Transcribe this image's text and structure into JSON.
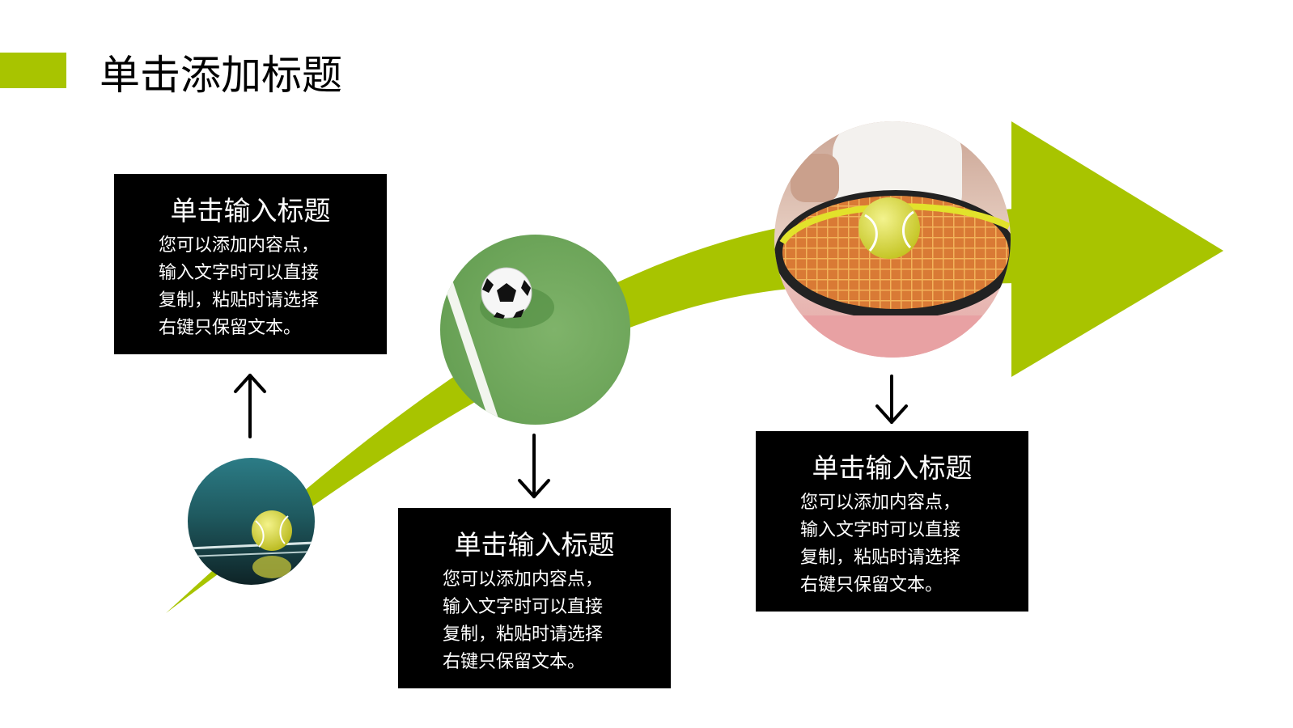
{
  "title": "单击添加标题",
  "colors": {
    "accent": "#a8c400",
    "box_bg": "#000000",
    "box_text": "#ffffff"
  },
  "boxes": [
    {
      "title": "单击输入标题",
      "body": "您可以添加内容点，\n输入文字时可以直接\n复制，粘贴时请选择\n右键只保留文本。"
    },
    {
      "title": "单击输入标题",
      "body": "您可以添加内容点，\n输入文字时可以直接\n复制，粘贴时请选择\n右键只保留文本。"
    },
    {
      "title": "单击输入标题",
      "body": "您可以添加内容点，\n输入文字时可以直接\n复制，粘贴时请选择\n右键只保留文本。"
    }
  ],
  "photos": [
    {
      "subject": "tennis-ball-on-court"
    },
    {
      "subject": "soccer-ball-on-grass"
    },
    {
      "subject": "tennis-racket-with-ball"
    }
  ],
  "connectors": [
    {
      "direction": "up",
      "icon": "arrow-up-icon"
    },
    {
      "direction": "down",
      "icon": "arrow-down-icon"
    },
    {
      "direction": "down",
      "icon": "arrow-down-icon"
    }
  ]
}
